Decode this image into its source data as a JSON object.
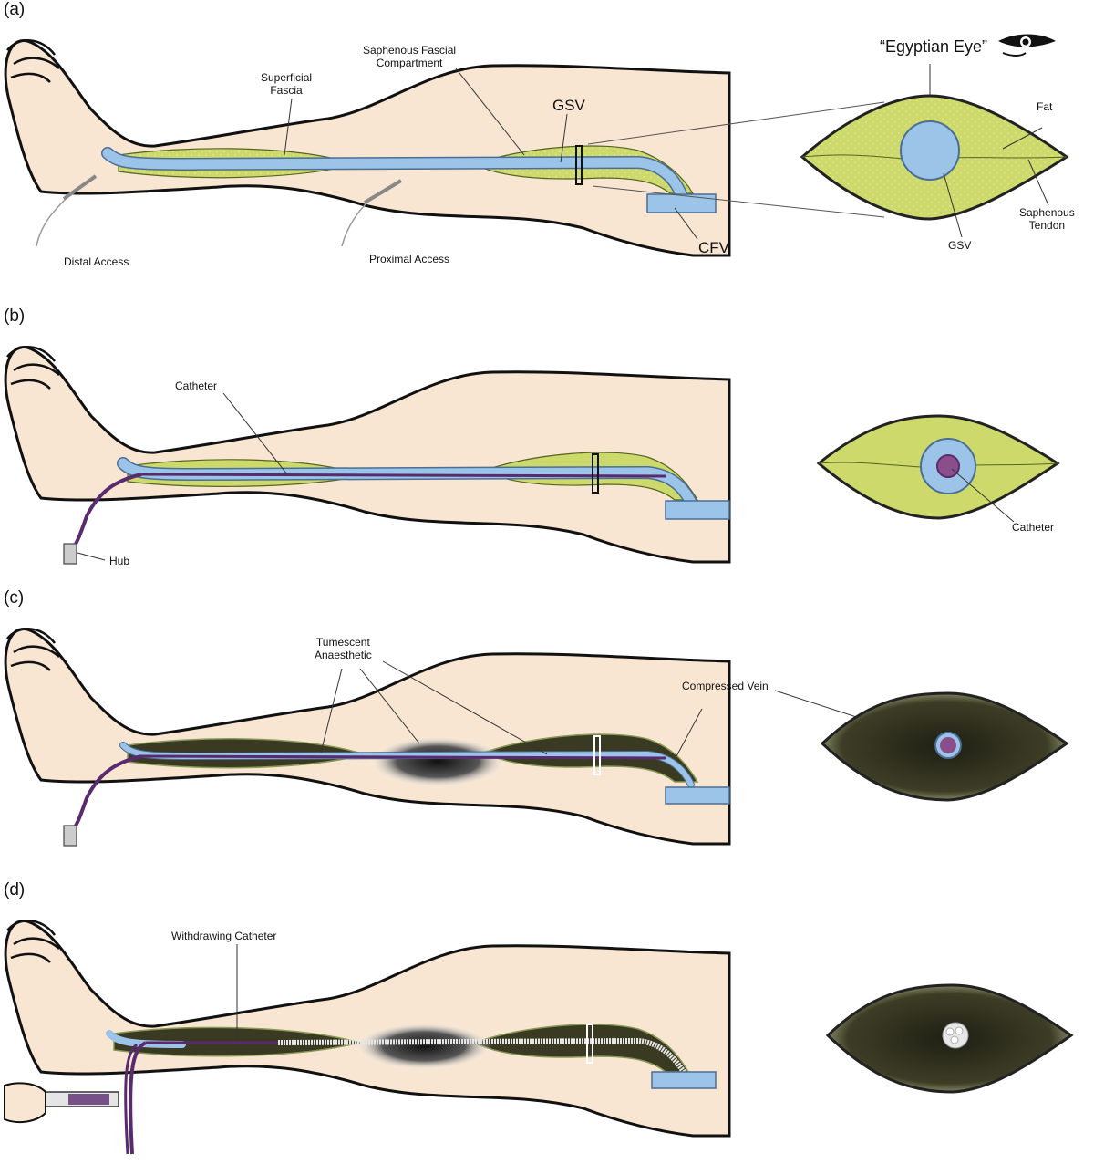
{
  "panels": [
    {
      "letter": "(a)",
      "labels": {
        "superficial_fascia": "Superficial\nFascia",
        "saphenous_compartment": "Saphenous Fascial\nCompartment",
        "gsv": "GSV",
        "cfv": "CFV",
        "distal_access": "Distal Access",
        "proximal_access": "Proximal Access",
        "egyptian_eye": "“Egyptian Eye”",
        "fat": "Fat",
        "saphenous_tendon": "Saphenous\nTendon",
        "gsv_cross": "GSV"
      }
    },
    {
      "letter": "(b)",
      "labels": {
        "catheter": "Catheter",
        "hub": "Hub",
        "catheter_cross": "Catheter"
      }
    },
    {
      "letter": "(c)",
      "labels": {
        "tumescent": "Tumescent\nAnaesthetic",
        "compressed_vein": "Compressed Vein"
      }
    },
    {
      "letter": "(d)",
      "labels": {
        "withdrawing": "Withdrawing Catheter"
      }
    }
  ],
  "colors": {
    "skin": "#f8e6d2",
    "fascia": "#cdd96a",
    "vein": "#9cc3e8",
    "catheter": "#5a2a6e",
    "dark_fascia": "#3a3a22"
  }
}
